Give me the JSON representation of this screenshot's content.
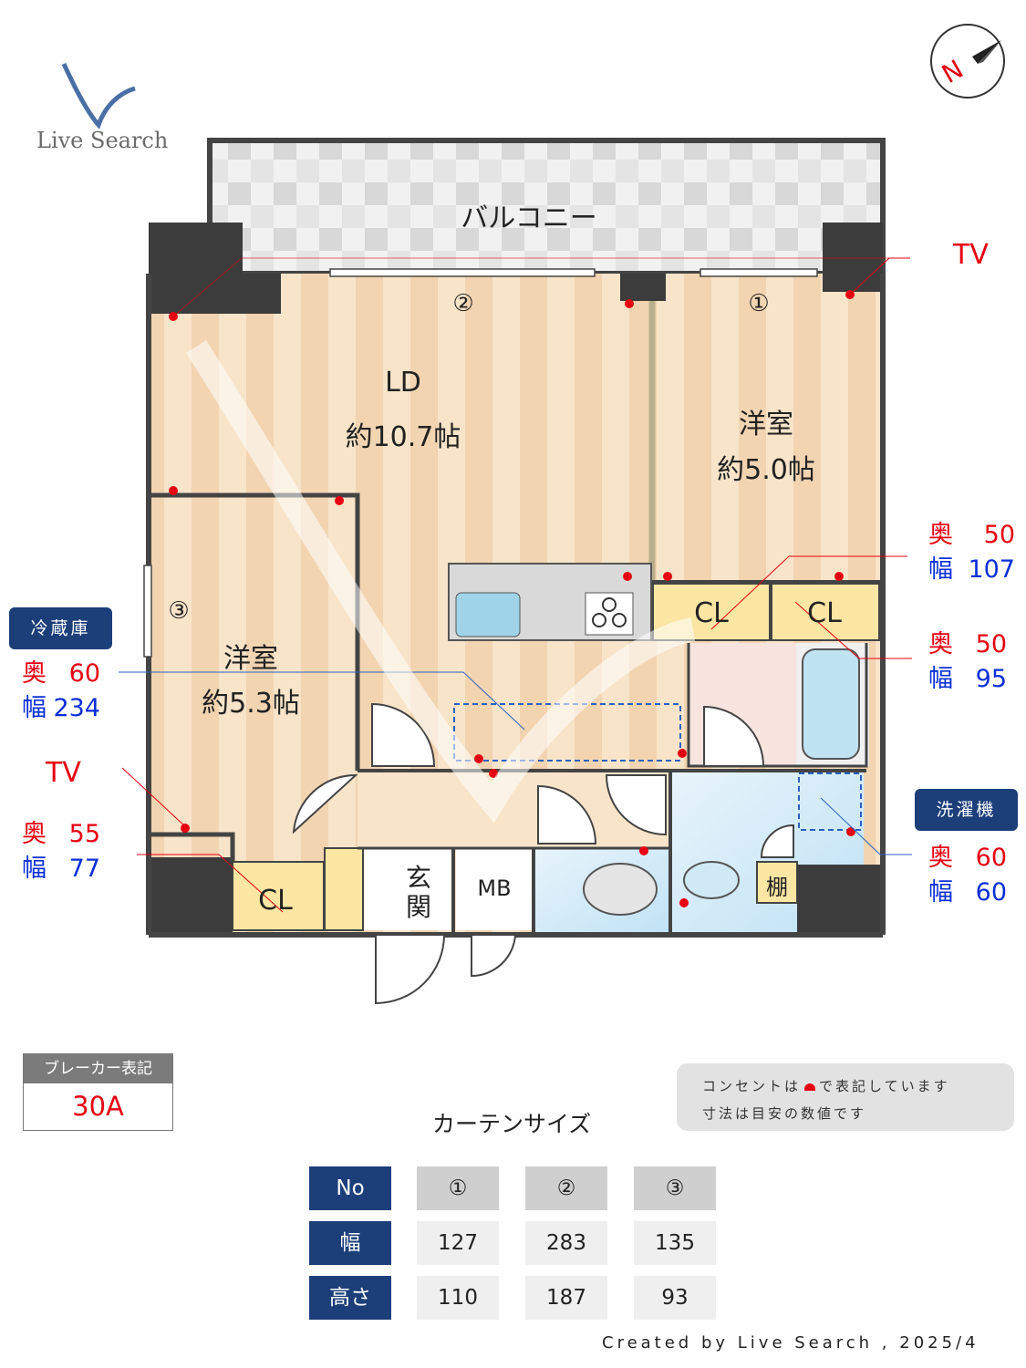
{
  "logo": {
    "text": "Live Search"
  },
  "compass": {
    "north_label": "N"
  },
  "rooms": {
    "balcony": "バルコニー",
    "ld_name": "LD",
    "ld_size": "約10.7帖",
    "room1_name": "洋室",
    "room1_size": "約5.0帖",
    "room3_name": "洋室",
    "room3_size": "約5.3帖",
    "entrance": "玄関",
    "mb": "MB",
    "shelf": "棚",
    "cl": "CL",
    "window1": "①",
    "window2": "②",
    "window3": "③"
  },
  "annotations": {
    "tv_right": "TV",
    "tv_left": "TV",
    "depth": "奥",
    "width": "幅",
    "cl1_depth": "50",
    "cl1_width": "107",
    "cl2_depth": "50",
    "cl2_width": "95",
    "fridge_tag": "冷蔵庫",
    "fridge_depth": "60",
    "fridge_width": "234",
    "cl3_depth": "55",
    "cl3_width": "77",
    "washer_tag": "洗濯機",
    "washer_depth": "60",
    "washer_width": "60"
  },
  "breaker": {
    "title": "ブレーカー表記",
    "value": "30A"
  },
  "note": {
    "line1": "コンセントは",
    "line1b": "で表記しています",
    "line2": "寸法は目安の数値です"
  },
  "curtain": {
    "title": "カーテンサイズ",
    "headers": [
      "No",
      "幅",
      "高さ"
    ],
    "columns": [
      {
        "no": "①",
        "width": "127",
        "height": "110"
      },
      {
        "no": "②",
        "width": "283",
        "height": "187"
      },
      {
        "no": "③",
        "width": "135",
        "height": "93"
      }
    ]
  },
  "footer": "Created by Live Search , 2025/4",
  "colors": {
    "accent_navy": "#1c3f7a",
    "outlet_red": "#e60012",
    "dimension_blue": "#0b2fd6"
  }
}
